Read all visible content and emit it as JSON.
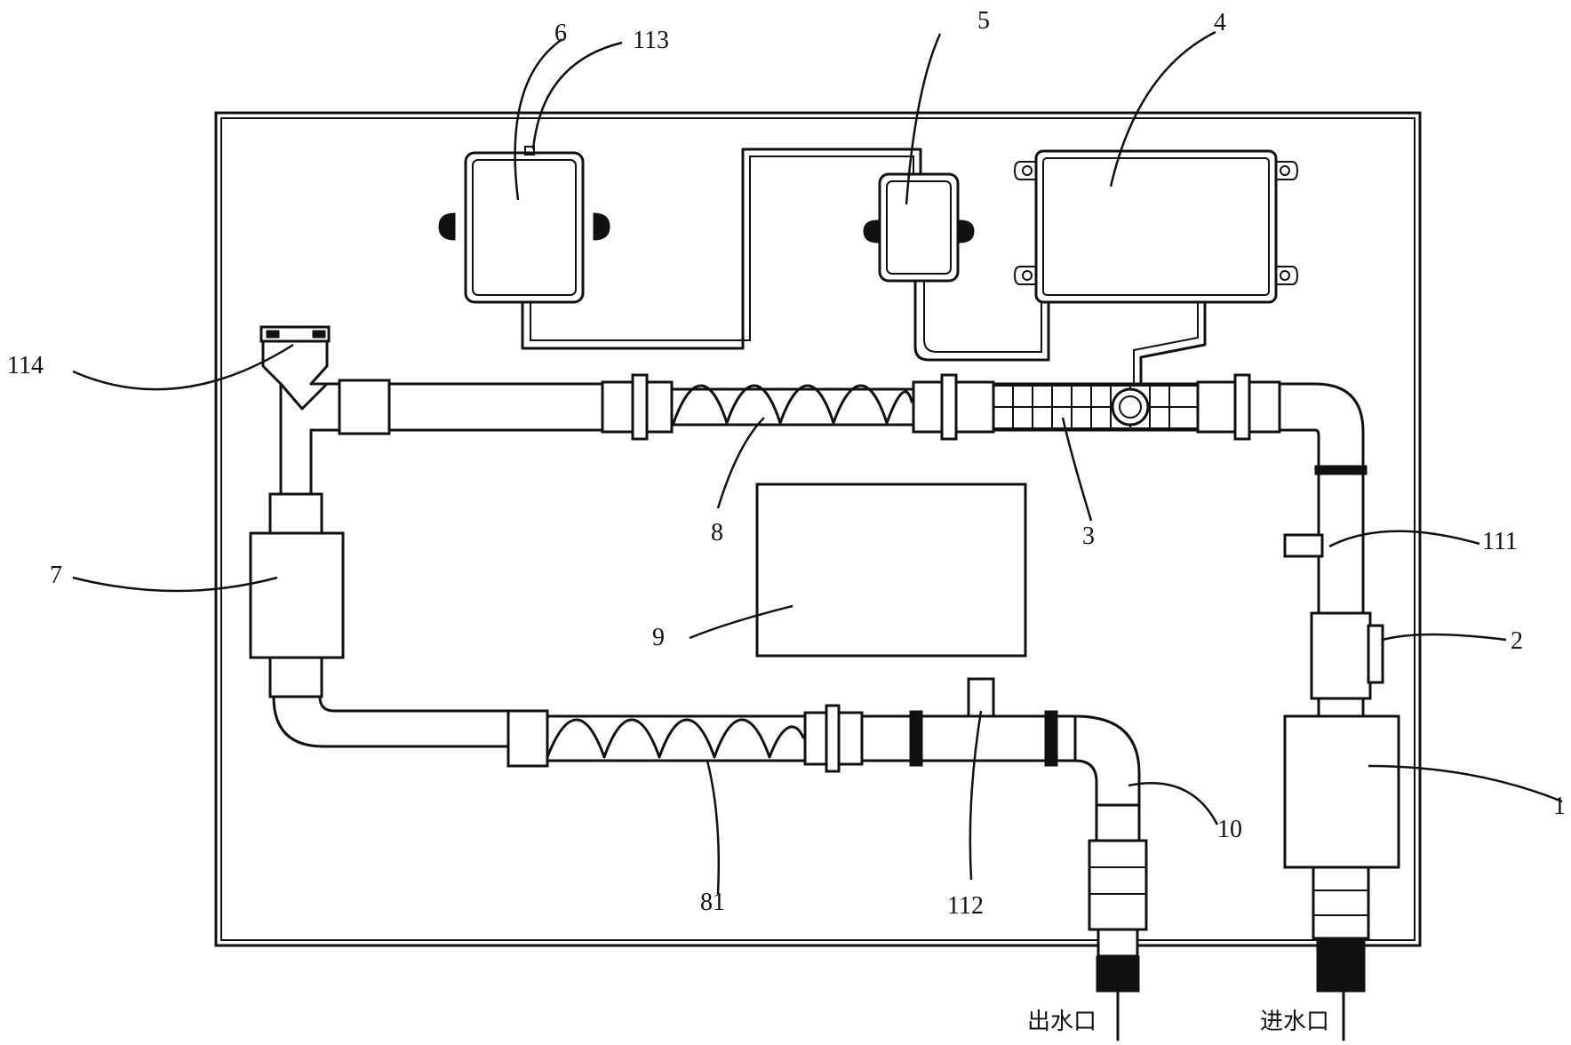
{
  "labels": {
    "n1": "1",
    "n2": "2",
    "n3": "3",
    "n4": "4",
    "n5": "5",
    "n6": "6",
    "n7": "7",
    "n8": "8",
    "n9": "9",
    "n10": "10",
    "n81": "81",
    "n111": "111",
    "n112": "112",
    "n113": "113",
    "n114": "114"
  },
  "ports": {
    "outlet": "出水口",
    "inlet": "进水口"
  }
}
